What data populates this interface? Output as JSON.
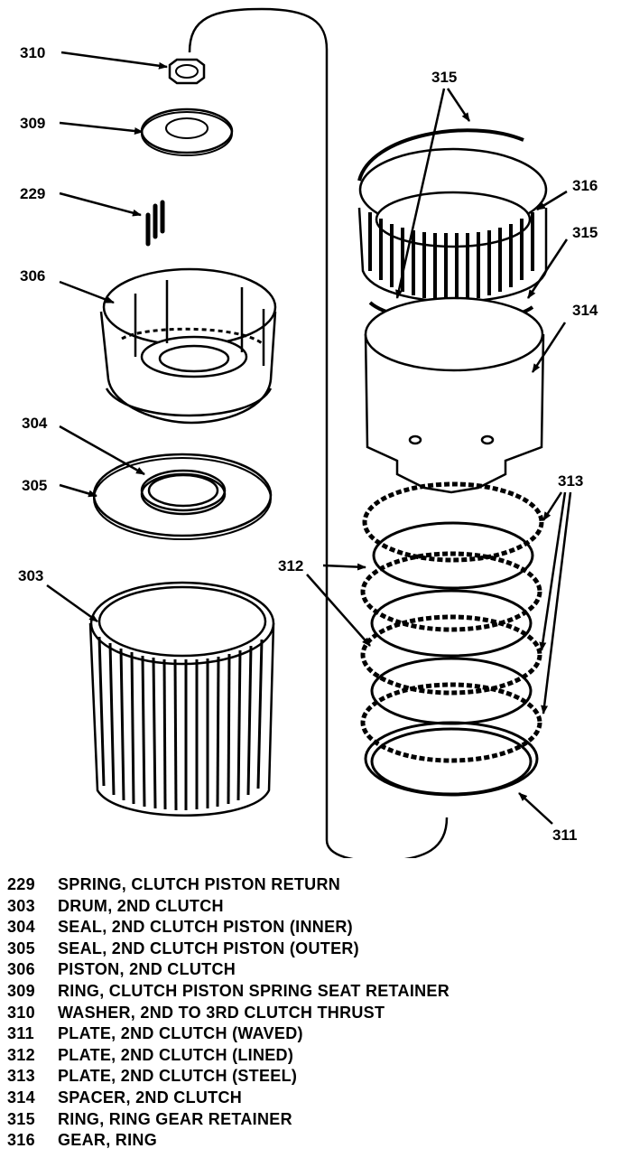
{
  "callouts": {
    "c310": "310",
    "c309": "309",
    "c229": "229",
    "c306": "306",
    "c304": "304",
    "c305": "305",
    "c303": "303",
    "c315_top": "315",
    "c316": "316",
    "c315_right": "315",
    "c314": "314",
    "c313": "313",
    "c312": "312",
    "c311": "311"
  },
  "legend": [
    {
      "number": "229",
      "description": "SPRING, CLUTCH PISTON RETURN"
    },
    {
      "number": "303",
      "description": "DRUM, 2ND CLUTCH"
    },
    {
      "number": "304",
      "description": "SEAL, 2ND CLUTCH PISTON (INNER)"
    },
    {
      "number": "305",
      "description": "SEAL, 2ND CLUTCH PISTON (OUTER)"
    },
    {
      "number": "306",
      "description": "PISTON, 2ND CLUTCH"
    },
    {
      "number": "309",
      "description": "RING, CLUTCH PISTON SPRING SEAT RETAINER"
    },
    {
      "number": "310",
      "description": "WASHER, 2ND TO 3RD CLUTCH THRUST"
    },
    {
      "number": "311",
      "description": "PLATE, 2ND CLUTCH (WAVED)"
    },
    {
      "number": "312",
      "description": "PLATE, 2ND CLUTCH (LINED)"
    },
    {
      "number": "313",
      "description": "PLATE, 2ND CLUTCH (STEEL)"
    },
    {
      "number": "314",
      "description": "SPACER, 2ND CLUTCH"
    },
    {
      "number": "315",
      "description": "RING, RING GEAR RETAINER"
    },
    {
      "number": "316",
      "description": "GEAR, RING"
    }
  ]
}
